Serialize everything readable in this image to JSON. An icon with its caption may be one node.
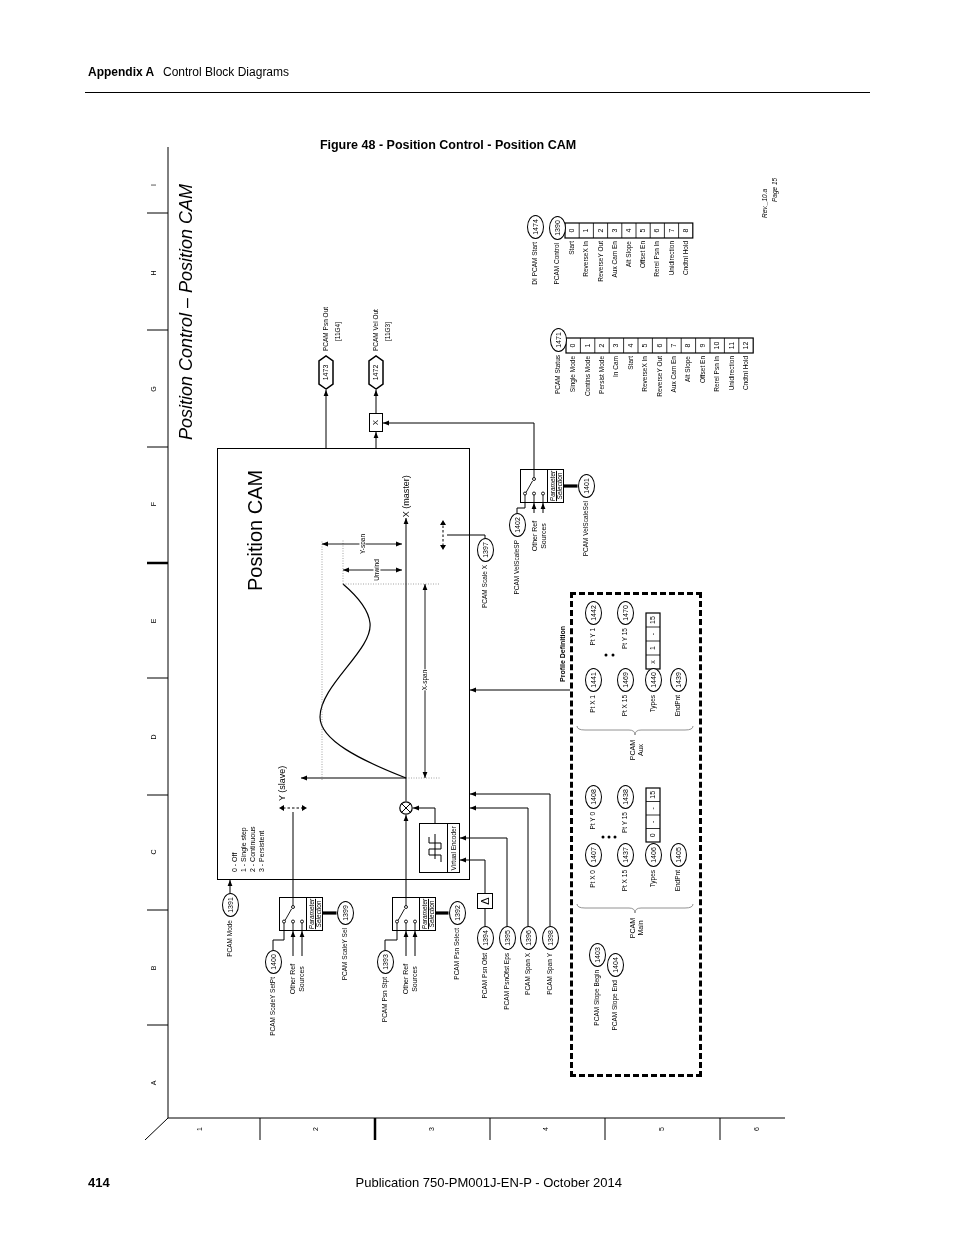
{
  "diagram": {
    "title": "Figure 48 - Position Control - Position CAM",
    "nodes": [
      {
        "text": [
          "Position CAM"
        ]
      },
      {
        "text": [
          "Virtual Encoder"
        ],
        "in": 0
      },
      {
        "text": [],
        "shape": "circle",
        "in": 0
      },
      {
        "text": [],
        "shape": "arrow",
        "in": 0
      },
      {
        "text": [],
        "shape": "arrow",
        "in": 0
      },
      {
        "text": [
          "1391"
        ],
        "beside": [
          "PCAM Mode"
        ]
      },
      {
        "text": [
          "Parameter Selection"
        ]
      },
      {
        "text": [
          "1400"
        ],
        "beside": [
          "PCAM ScaleY SetPt"
        ]
      },
      {
        "text": [
          "Other Ref Sources"
        ]
      },
      {
        "text": [
          "1399"
        ],
        "beside": [
          "PCAM ScaleY Sel"
        ]
      },
      {
        "text": [
          "Parameter Selection"
        ]
      },
      {
        "text": [
          "1393"
        ],
        "beside": [
          "PCAM Psn Stpt"
        ]
      },
      {
        "text": [
          "Other Ref Sources"
        ]
      },
      {
        "text": [
          "1392"
        ],
        "beside": [
          "PCAM Psn Select"
        ]
      },
      {
        "text": [
          "Δ"
        ]
      },
      {
        "text": [
          "1394"
        ],
        "beside": [
          "PCAM Psn Ofst"
        ]
      },
      {
        "text": [
          "1395"
        ],
        "beside": [
          "PCAM PsnOfst Eps"
        ]
      },
      {
        "text": [
          "1396"
        ],
        "beside": [
          "PCAM Span X"
        ]
      },
      {
        "text": [
          "1398"
        ],
        "beside": [
          "PCAM Span Y"
        ]
      },
      {
        "text": [
          "Profile Definition"
        ]
      },
      {
        "text": [
          "1403"
        ],
        "beside": [
          "PCAM Slope Begin"
        ],
        "in": 19
      },
      {
        "text": [
          "1404"
        ],
        "beside": [
          "PCAM Slope End"
        ],
        "in": 19
      },
      {
        "text": [
          "1407"
        ],
        "beside": [
          "Pt X 0"
        ],
        "in": 19
      },
      {
        "text": [
          "1408"
        ],
        "beside": [
          "Pt Y 0"
        ],
        "in": 19
      },
      {
        "text": [
          "1437"
        ],
        "beside": [
          "Pt X 15"
        ],
        "in": 19
      },
      {
        "text": [
          "1438"
        ],
        "beside": [
          "Pt Y 15"
        ],
        "in": 19
      },
      {
        "text": [
          "1406"
        ],
        "beside": [
          "Types"
        ],
        "in": 19
      },
      {
        "text": [
          "1405"
        ],
        "beside": [
          "EndPnt"
        ],
        "in": 19
      },
      {
        "text": [
          "1441"
        ],
        "beside": [
          "Pt X 1"
        ],
        "in": 19
      },
      {
        "text": [
          "1442"
        ],
        "beside": [
          "Pt Y 1"
        ],
        "in": 19
      },
      {
        "text": [
          "1469"
        ],
        "beside": [
          "Pt X 15"
        ],
        "in": 19
      },
      {
        "text": [
          "1470"
        ],
        "beside": [
          "Pt Y 15"
        ],
        "in": 19
      },
      {
        "text": [
          "1440"
        ],
        "beside": [
          "Types"
        ],
        "in": 19
      },
      {
        "text": [
          "1439"
        ],
        "beside": [
          "EndPnt"
        ],
        "in": 19
      },
      {
        "text": [
          "1397"
        ],
        "beside": [
          "PCAM Scale X"
        ]
      },
      {
        "text": [
          "Parameter Selection"
        ]
      },
      {
        "text": [
          "1402"
        ],
        "beside": [
          "PCAM VelScaleSP"
        ]
      },
      {
        "text": [
          "Other Ref Sources"
        ]
      },
      {
        "text": [
          "1401"
        ],
        "beside": [
          "PCAM VelScaleSel"
        ]
      },
      {
        "text": [
          "X"
        ]
      },
      {
        "text": [
          "1473"
        ],
        "beside": [
          "PCAM Psn Out",
          "[11G4]"
        ]
      },
      {
        "text": [
          "1472"
        ],
        "beside": [
          "PCAM Vel Out",
          "[11G3]"
        ]
      },
      {
        "text": [
          "1471"
        ],
        "beside": [
          "PCAM Status"
        ]
      },
      {
        "text": [
          "1474"
        ],
        "beside": [
          "DI PCAM Start"
        ]
      },
      {
        "text": [
          "1390"
        ],
        "beside": [
          "PCAM Control"
        ]
      },
      {
        "text": [
          "X (master)"
        ],
        "in": 0
      }
    ],
    "edges": [
      {
        "from": 5,
        "to": 0,
        "arrow": "to"
      },
      {
        "from": 7,
        "to": 6,
        "arrow": "none"
      },
      {
        "from": 8,
        "to": 6,
        "arrow": "to"
      },
      {
        "from": 8,
        "to": 6,
        "arrow": "to"
      },
      {
        "from": 9,
        "to": 6,
        "arrow": "none",
        "style": "thick"
      },
      {
        "from": 6,
        "to": 3,
        "arrow": "none"
      },
      {
        "from": 11,
        "to": 10,
        "arrow": "none"
      },
      {
        "from": 12,
        "to": 10,
        "arrow": "to"
      },
      {
        "from": 12,
        "to": 10,
        "arrow": "to"
      },
      {
        "from": 13,
        "to": 10,
        "arrow": "none",
        "style": "thick"
      },
      {
        "from": 10,
        "to": 2,
        "arrow": "to"
      },
      {
        "from": 1,
        "to": 2,
        "arrow": "to"
      },
      {
        "from": 15,
        "to": 14,
        "arrow": "none"
      },
      {
        "from": 14,
        "to": 1,
        "arrow": "to"
      },
      {
        "from": 16,
        "to": 1,
        "arrow": "to"
      },
      {
        "from": 17,
        "to": 0,
        "arrow": "to"
      },
      {
        "from": 18,
        "to": 0,
        "arrow": "to"
      },
      {
        "from": 19,
        "to": 0,
        "arrow": "to"
      },
      {
        "from": 34,
        "to": 4,
        "arrow": "none"
      },
      {
        "from": 36,
        "to": 35,
        "arrow": "none"
      },
      {
        "from": 37,
        "to": 35,
        "arrow": "to"
      },
      {
        "from": 37,
        "to": 35,
        "arrow": "to"
      },
      {
        "from": 38,
        "to": 35,
        "arrow": "none",
        "style": "thick"
      },
      {
        "from": 35,
        "to": 39,
        "arrow": "to"
      },
      {
        "from": 0,
        "to": 39,
        "arrow": "to"
      },
      {
        "from": 0,
        "to": 40,
        "arrow": "to"
      },
      {
        "from": 39,
        "to": 41,
        "arrow": "to"
      },
      {
        "from": 2,
        "to": 45,
        "arrow": "to"
      }
    ],
    "labels": [
      "Appendix A",
      "Control Block Diagrams",
      "Position Control – Position CAM",
      "Rev._10.a",
      "Page 15",
      "I",
      "H",
      "G",
      "F",
      "E",
      "D",
      "C",
      "B",
      "A",
      "0 - Off",
      "1 - Single step",
      "2 - Continuous",
      "3 - Persistent",
      "Y (slave)",
      "Y-span",
      "Unwind",
      "X-span",
      "0",
      "Single Mode",
      "1",
      "Contins Mode",
      "2",
      "Persist Mode",
      "3",
      "In Cam",
      "4",
      "Start",
      "5",
      "ReverseX In",
      "6",
      "ReverseY Out",
      "7",
      "Aux Cam En",
      "8",
      "Alt Slope",
      "9",
      "Offset En",
      "10",
      "Rerel Psn In",
      "11",
      "Unidirection",
      "12",
      "Cndtnl Hold",
      "0",
      "Start",
      "1",
      "ReverseX In",
      "2",
      "ReverseY Out",
      "3",
      "Aux Cam En",
      "4",
      "Alt Slope",
      "5",
      "Offset En",
      "6",
      "Rerel Psn In",
      "7",
      "Unidirection",
      "8",
      "Cndtnl Hold",
      "PCAM Main",
      "0",
      "-",
      "-",
      "15",
      "PCAM Aux",
      "x",
      "1",
      "-",
      "15",
      "1",
      "2",
      "3",
      "4",
      "5",
      "6",
      "414",
      "Publication 750-PM001J-EN-P - October 2014"
    ]
  }
}
